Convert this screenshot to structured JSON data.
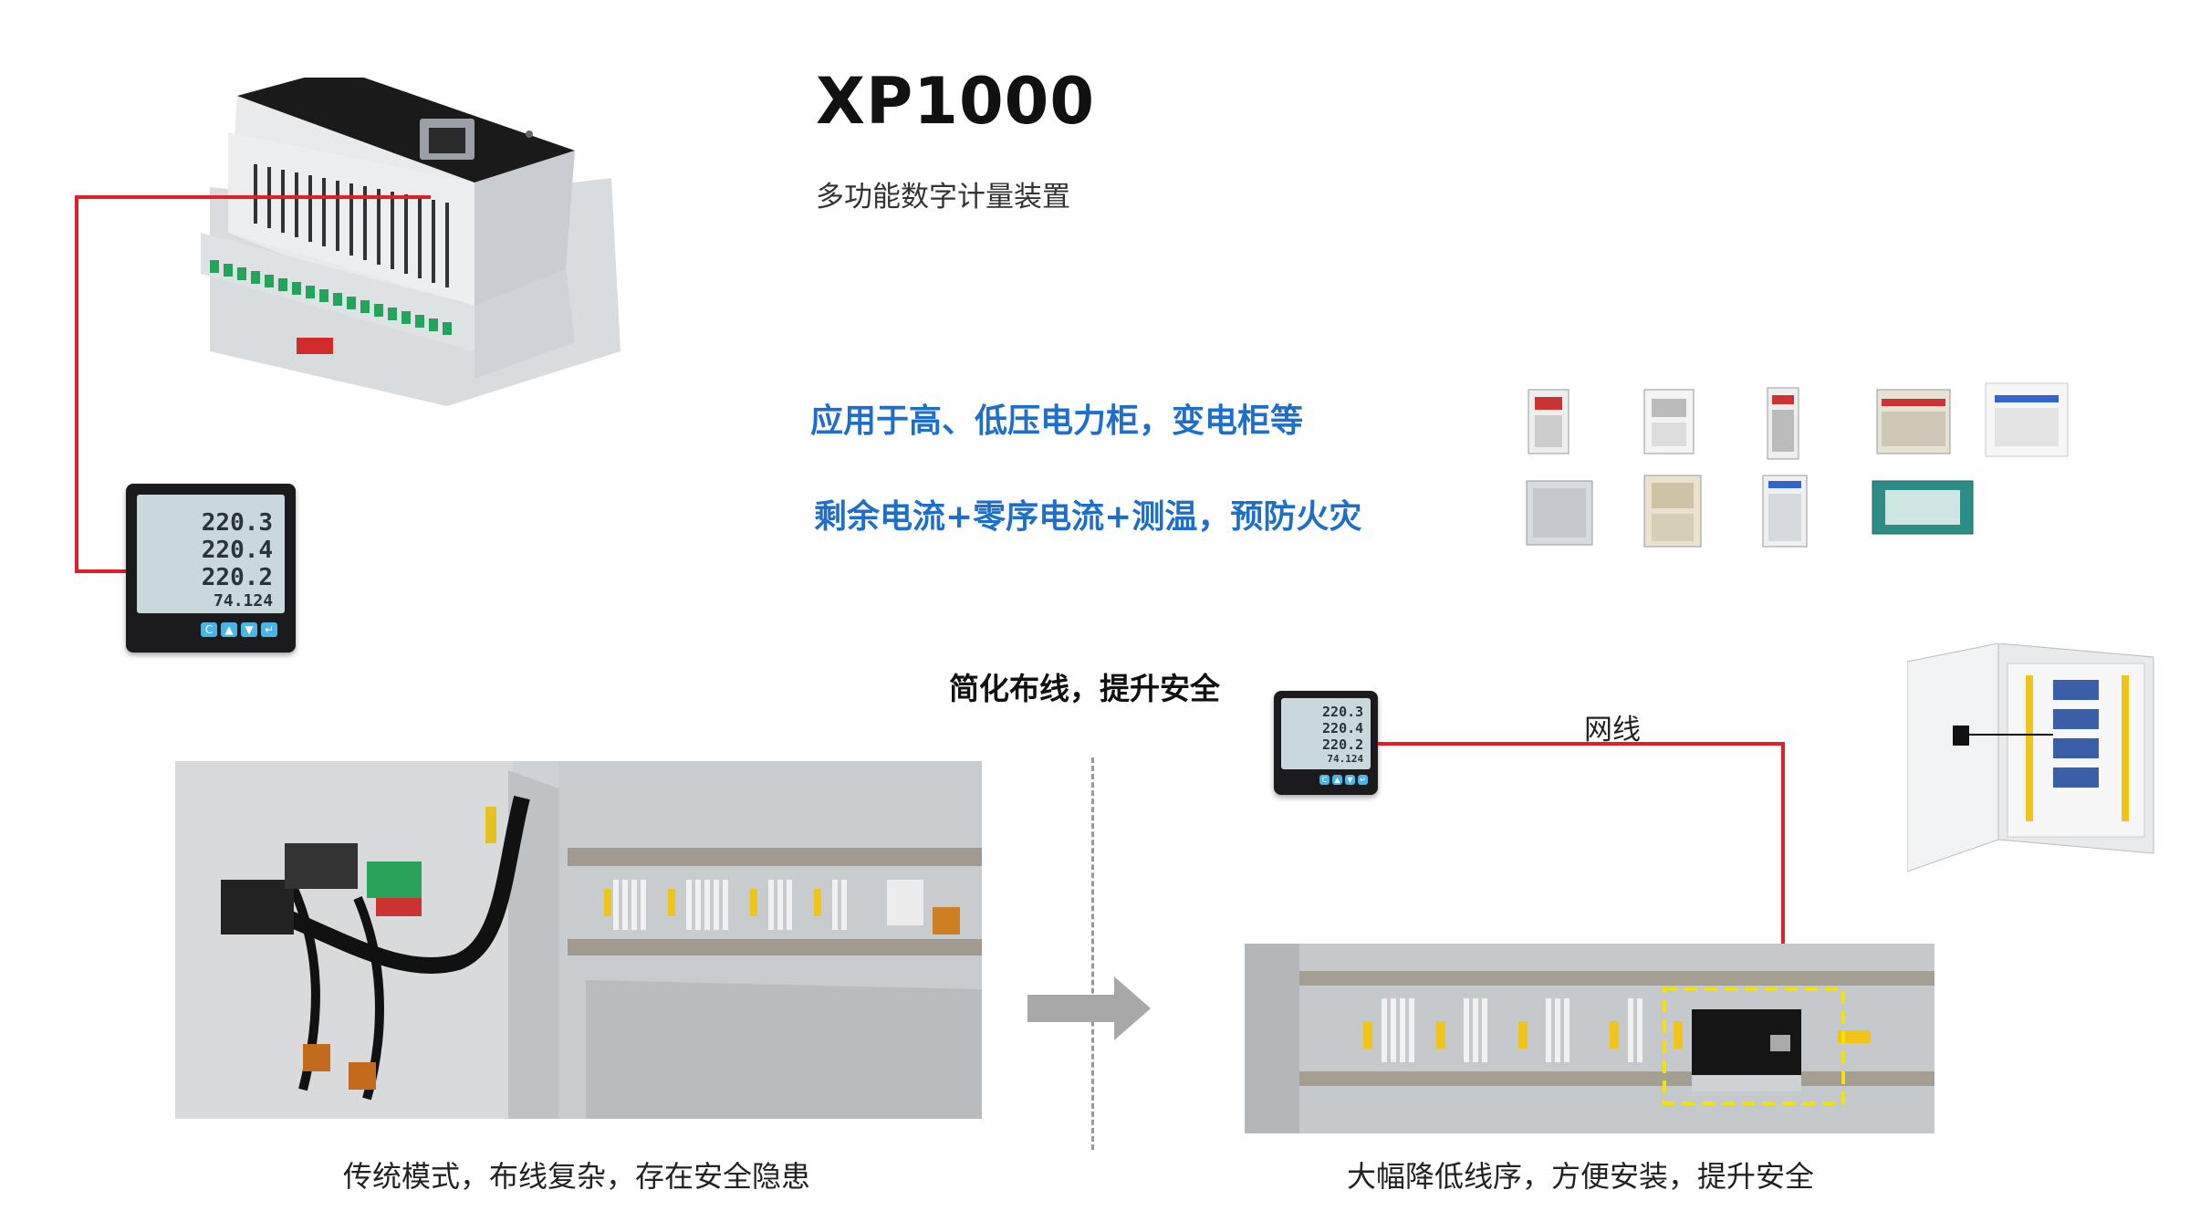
{
  "product": {
    "title": "XP1000",
    "subtitle": "多功能数字计量装置"
  },
  "features": [
    "应用于高、低压电力柜，变电柜等",
    "剩余电流+零序电流+测温，预防火灾"
  ],
  "comparison": {
    "heading": "简化布线，提升安全",
    "left_caption": "传统模式，布线复杂，存在安全隐患",
    "right_caption": "大幅降低线序，方便安装，提升安全",
    "wire_label": "网线"
  },
  "meter_display": {
    "line1": "220.3",
    "line2": "220.4",
    "line3": "220.2",
    "line4": "74.124"
  },
  "colors": {
    "feature_text": "#1e6fc9",
    "wire": "#e41e26",
    "meter_button": "#49b6e8",
    "terminal_green": "#22a55a"
  },
  "icons": {
    "arrow": "right-arrow-icon",
    "cabinets": [
      "cabinet-icon"
    ]
  }
}
